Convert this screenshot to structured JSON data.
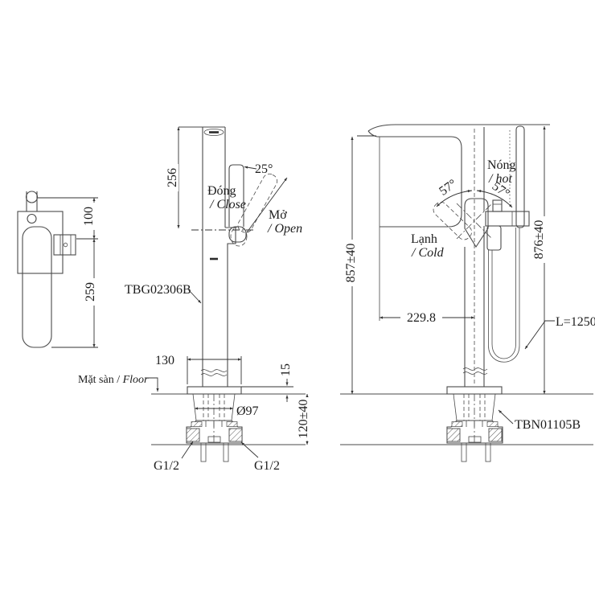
{
  "document": {
    "type": "technical-drawing",
    "subject": "Freestanding bath faucet with hand shower - dimensional drawing"
  },
  "colors": {
    "line": "#4a4a4a",
    "dim": "#333333",
    "text": "#1c1c1c",
    "bg": "#ffffff"
  },
  "views": {
    "side": {
      "dim_top": "100",
      "dim_bottom": "259"
    },
    "front": {
      "dim_spout_height": "256",
      "angle_open": "25°",
      "label_close_vi": "Đóng",
      "label_close_en": "/ Close",
      "label_open_vi": "Mở",
      "label_open_en": "/ Open",
      "part_code": "TBG02306B",
      "dim_base_width": "130",
      "floor_label_vi": "Mặt sàn / ",
      "floor_label_en": "Floor",
      "dim_plate_height": "15",
      "dim_hole_diameter": "Ø97",
      "dim_below_floor": "120±40",
      "conn_left": "G1/2",
      "conn_right": "G1/2"
    },
    "profile": {
      "dim_spout_height": "857±40",
      "dim_total_height": "876±40",
      "angle_left": "57°",
      "angle_right": "57°",
      "label_hot_vi": "Nóng",
      "label_hot_en": "/ hot",
      "label_cold_vi": "Lạnh",
      "label_cold_en": "/ Cold",
      "dim_spout_reach": "229.8",
      "hose_length": "L=1250",
      "part_code": "TBN01105B"
    }
  }
}
